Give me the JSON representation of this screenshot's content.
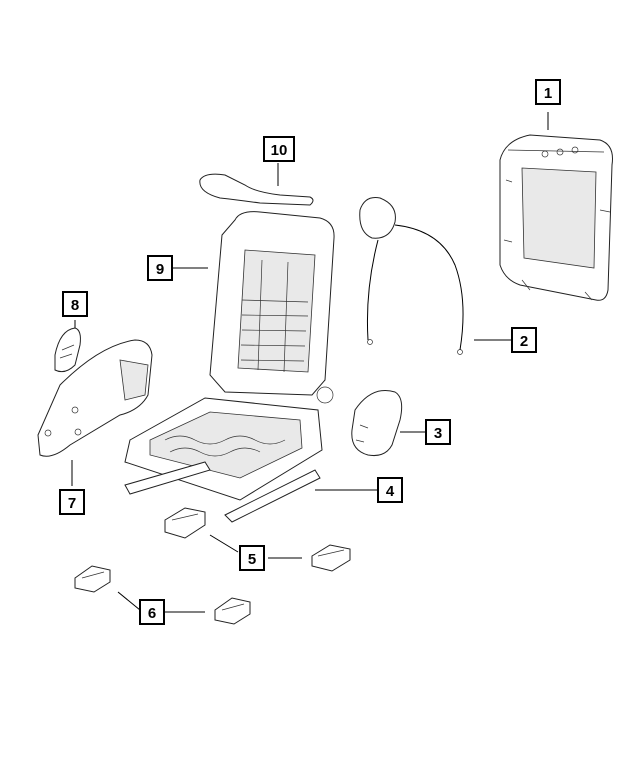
{
  "callouts": [
    {
      "id": "c1",
      "label": "1"
    },
    {
      "id": "c2",
      "label": "2"
    },
    {
      "id": "c3",
      "label": "3"
    },
    {
      "id": "c4",
      "label": "4"
    },
    {
      "id": "c5",
      "label": "5"
    },
    {
      "id": "c6",
      "label": "6"
    },
    {
      "id": "c7",
      "label": "7"
    },
    {
      "id": "c8",
      "label": "8"
    },
    {
      "id": "c9",
      "label": "9"
    },
    {
      "id": "c10",
      "label": "10"
    }
  ],
  "colors": {
    "line": "#000000",
    "background": "#ffffff",
    "shade": "#e9e9e9"
  }
}
